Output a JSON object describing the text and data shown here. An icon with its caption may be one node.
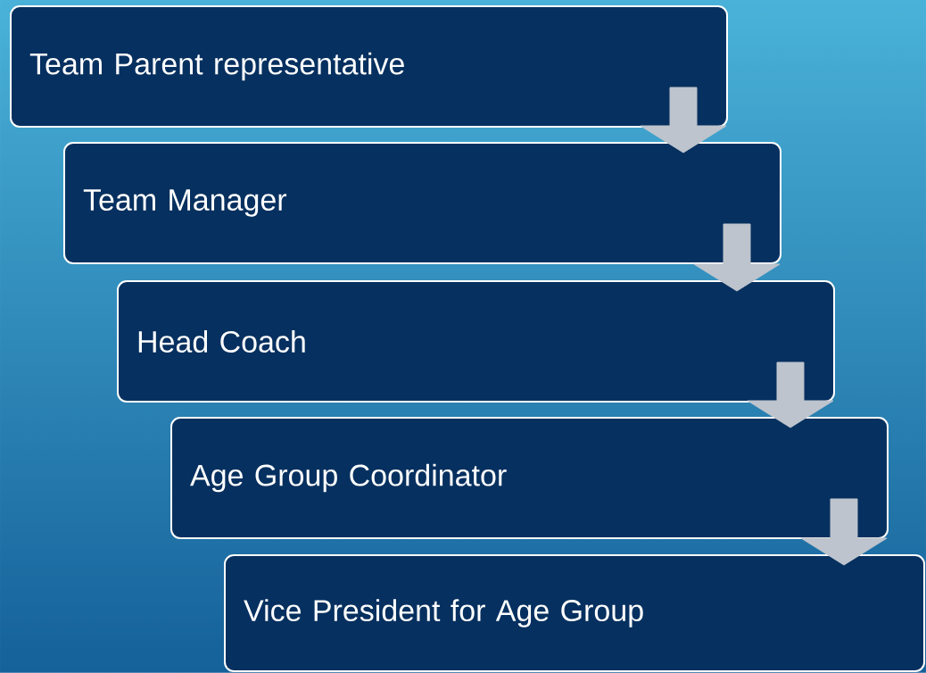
{
  "diagram": {
    "nodes": [
      {
        "text": [
          "Team Parent representative"
        ]
      },
      {
        "text": [
          "Team Manager"
        ]
      },
      {
        "text": [
          "Head Coach"
        ]
      },
      {
        "text": [
          "Age Group Coordinator"
        ]
      },
      {
        "text": [
          "Vice President for Age Group"
        ]
      }
    ],
    "edges": [
      {
        "from": 0,
        "to": 1,
        "arrow": "to"
      },
      {
        "from": 1,
        "to": 2,
        "arrow": "to"
      },
      {
        "from": 2,
        "to": 3,
        "arrow": "to"
      },
      {
        "from": 3,
        "to": 4,
        "arrow": "to"
      }
    ]
  }
}
